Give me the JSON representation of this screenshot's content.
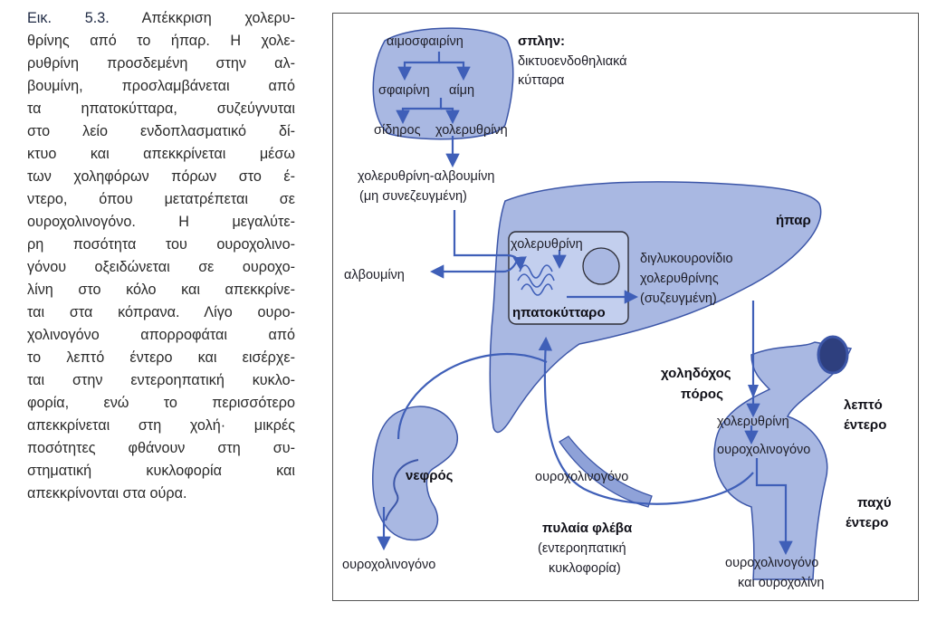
{
  "caption": {
    "label": "Εικ. 5.3.",
    "lines": [
      "Απέκκριση χολερυ-",
      "θρίνης από το ήπαρ. Η χολε-",
      "ρυθρίνη προσδεμένη στην αλ-",
      "βουμίνη, προσλαμβάνεται από",
      "τα ηπατοκύτταρα, συζεύγνυται",
      "στο λείο ενδοπλασματικό δί-",
      "κτυο και απεκκρίνεται μέσω",
      "των χοληφόρων πόρων στο έ-",
      "ντερο, όπου μετατρέπεται σε",
      "ουροχολινογόνο. Η μεγαλύτε-",
      "ρη ποσότητα του ουροχολινο-",
      "γόνου οξειδώνεται σε ουροχο-",
      "λίνη στο κόλο και απεκκρίνε-",
      "ται στα κόπρανα. Λίγο ουρο-",
      "χολινογόνο απορροφάται από",
      "το λεπτό έντερο και εισέρχε-",
      "ται στην εντεροηπατική κυκλο-",
      "φορία, ενώ το περισσότερο",
      "απεκκρίνεται στη χολή· μικρές",
      "ποσότητες φθάνουν στη συ-",
      "στηματική κυκλοφορία και",
      "απεκκρίνονται στα ούρα."
    ]
  },
  "diagram": {
    "spleen_label": "σπλην:",
    "spleen_desc_1": "δικτυοενδοθηλιακά",
    "spleen_desc_2": "κύτταρα",
    "hemoglobin": "αιμοσφαιρίνη",
    "globin": "σφαιρίνη",
    "heme": "αίμη",
    "iron": "σίδηρος",
    "bilirubin_spleen": "χολερυθρίνη",
    "bilirubin_albumin": "χολερυθρίνη-αλβουμίνη",
    "unconjugated": "(μη συνεζευγμένη)",
    "liver": "ήπαρ",
    "bilirubin_cell": "χολερυθρίνη",
    "albumin": "αλβουμίνη",
    "diglucuronide_1": "διγλυκουρονίδιο",
    "diglucuronide_2": "χολερυθρίνης",
    "conjugated": "(συζευγμένη)",
    "hepatocyte": "ηπατοκύτταρο",
    "bile_duct_1": "χοληδόχος",
    "bile_duct_2": "πόρος",
    "small_intestine_1": "λεπτό",
    "small_intestine_2": "έντερο",
    "bilirubin_gut": "χολερυθρίνη",
    "urobilinogen_gut": "ουροχολινογόνο",
    "large_intestine_1": "παχύ",
    "large_intestine_2": "έντερο",
    "kidney": "νεφρός",
    "urobilinogen_portal": "ουροχολινογόνο",
    "urobilinogen_urine": "ουροχολινογόνο",
    "portal_vein": "πυλαία φλέβα",
    "enterohepatic_1": "(εντεροηπατική",
    "enterohepatic_2": "κυκλοφορία)",
    "feces_1": "ουροχολινογόνο",
    "feces_2": "και ουροχολίνη"
  },
  "colors": {
    "organ_fill": "#a9b8e2",
    "organ_stroke": "#3c56a8",
    "arrow": "#3f5fb8",
    "cell_fill": "#c3cfee"
  }
}
